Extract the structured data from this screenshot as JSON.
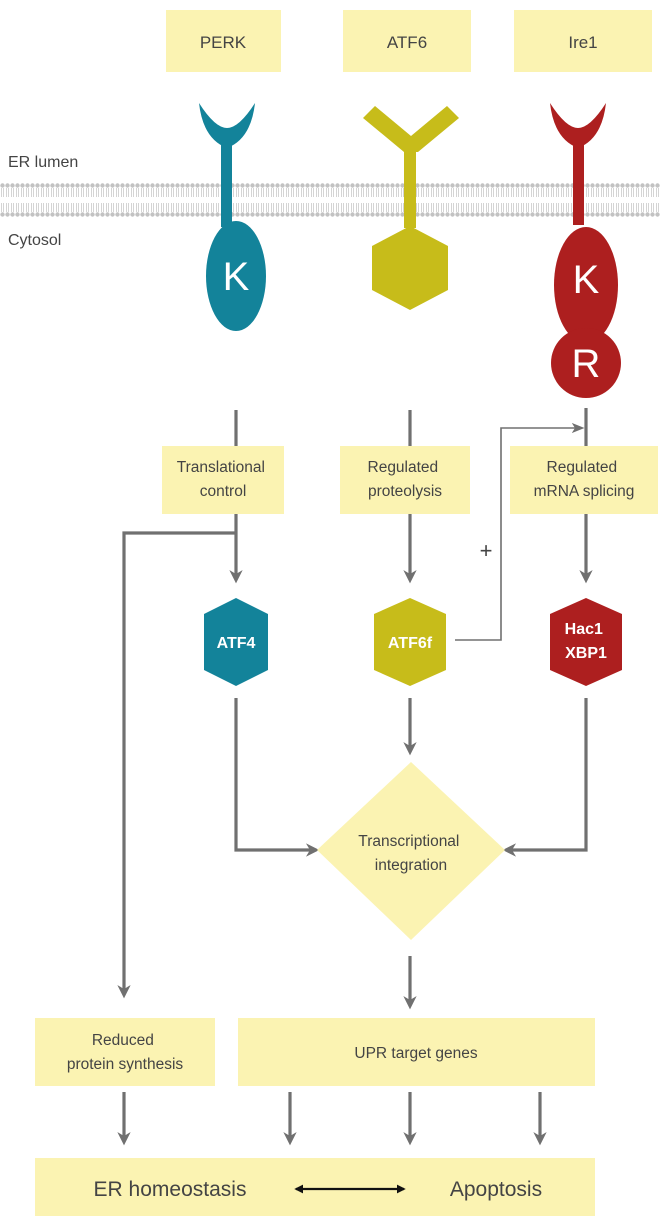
{
  "proteins": {
    "perk": "PERK",
    "atf6": "ATF6",
    "ire1": "Ire1"
  },
  "compartments": {
    "lumen": "ER lumen",
    "cytosol": "Cytosol"
  },
  "domains": {
    "perk_kinase": "K",
    "ire1_kinase": "K",
    "ire1_rnase": "R"
  },
  "processes": {
    "perk": [
      "Translational",
      "control"
    ],
    "atf6": [
      "Regulated",
      "proteolysis"
    ],
    "ire1": [
      "Regulated",
      "mRNA splicing"
    ]
  },
  "factors": {
    "atf4": "ATF4",
    "atf6f": "ATF6f",
    "hac1": "Hac1",
    "xbp1": "XBP1"
  },
  "plus_sign": "+",
  "integration": [
    "Transcriptional",
    "integration"
  ],
  "outputs": {
    "reduced": [
      "Reduced",
      "protein synthesis"
    ],
    "upr": "UPR target genes"
  },
  "outcomes": {
    "homeostasis": "ER homeostasis",
    "apoptosis": "Apoptosis"
  },
  "colors": {
    "box_fill": "#FBF3B2",
    "perk": "#13839A",
    "atf6": "#C7BC1A",
    "ire1": "#AD1F1F",
    "arrow": "#707070",
    "membrane": "#B8B8B8"
  }
}
